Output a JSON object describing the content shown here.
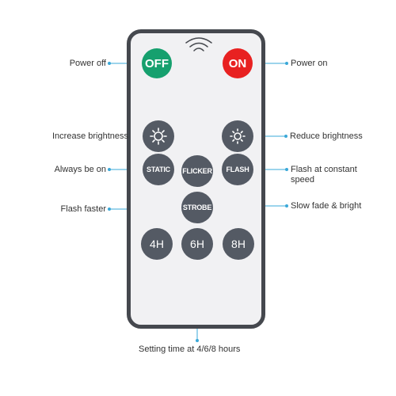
{
  "remote": {
    "buttons": {
      "off": "OFF",
      "on": "ON",
      "static": "STATIC",
      "flicker": "FLICKER",
      "flash": "FLASH",
      "strobe": "STROBE",
      "timer_4h": "4H",
      "timer_6h": "6H",
      "timer_8h": "8H"
    }
  },
  "callouts": {
    "power_off": "Power off",
    "power_on": "Power on",
    "increase_brightness": "Increase brightness",
    "reduce_brightness": "Reduce brightness",
    "always_on": "Always be on",
    "flash_constant_line1": "Flash at constant",
    "flash_constant_line2": "speed",
    "flash_faster": "Flash faster",
    "slow_fade": "Slow fade & bright",
    "setting_time": "Setting time at 4/6/8 hours"
  },
  "colors": {
    "remote_body": "#f1f1f3",
    "remote_border": "#45484e",
    "button": "#545a64",
    "off_button": "#16a06e",
    "on_button": "#e82121",
    "leader_line": "#3aa8d8"
  },
  "icons": {
    "brightness_up": "sun-icon",
    "brightness_down": "sun-small-icon",
    "speaker": "speaker-wave-icon"
  }
}
